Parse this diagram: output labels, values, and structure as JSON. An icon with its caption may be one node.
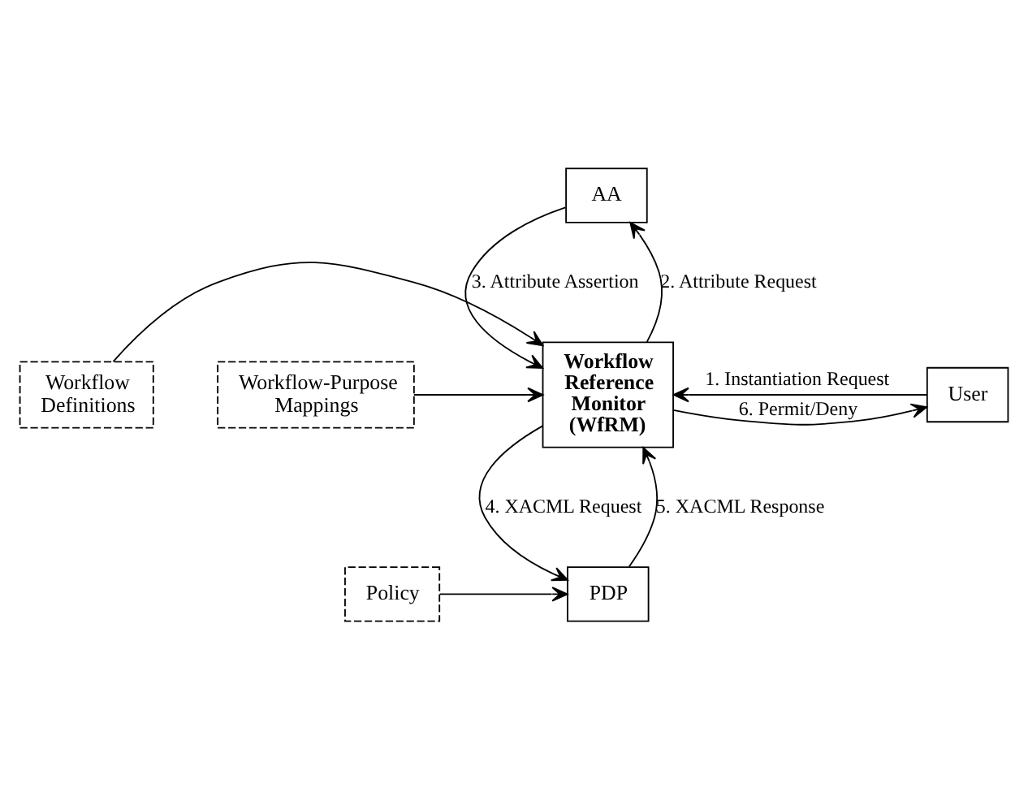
{
  "diagram": {
    "nodes": [
      {
        "text": [
          "AA"
        ]
      },
      {
        "text": [
          "Workflow Definitions"
        ]
      },
      {
        "text": [
          "Workflow Reference Monitor (WfRM)"
        ]
      },
      {
        "text": [
          "User"
        ]
      },
      {
        "text": [
          "Workflow-Purpose Mappings"
        ]
      },
      {
        "text": [
          "Policy"
        ]
      },
      {
        "text": [
          "PDP"
        ]
      }
    ],
    "edges": [
      {
        "from": 2,
        "to": 0,
        "arrow": "to",
        "label": "2. Attribute Request"
      },
      {
        "from": 0,
        "to": 2,
        "arrow": "to",
        "label": "3. Attribute Assertion"
      },
      {
        "from": 1,
        "to": 2,
        "arrow": "to"
      },
      {
        "from": 2,
        "to": 3,
        "arrow": "to",
        "label": "6. Permit/Deny"
      },
      {
        "from": 4,
        "to": 2,
        "arrow": "to"
      },
      {
        "from": 3,
        "to": 2,
        "arrow": "to",
        "label": "1. Instantiation Request"
      },
      {
        "from": 2,
        "to": 6,
        "arrow": "to",
        "label": "4. XACML Request"
      },
      {
        "from": 6,
        "to": 2,
        "arrow": "to",
        "label": "5. XACML Response"
      },
      {
        "from": 5,
        "to": 6,
        "arrow": "to"
      }
    ]
  }
}
